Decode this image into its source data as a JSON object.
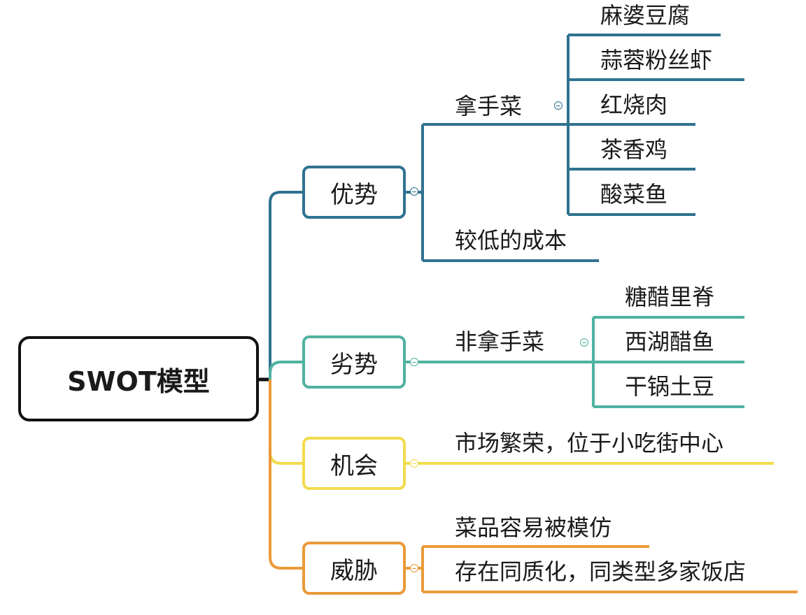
{
  "root": {
    "label": "SWOT模型"
  },
  "colors": {
    "root": "#111111",
    "strengths": "#2f7290",
    "weaknesses": "#4fb2a0",
    "opportunities": "#f2dc4e",
    "threats": "#ea9a3a"
  },
  "topics": {
    "strengths": {
      "label": "优势",
      "branches": [
        {
          "label": "拿手菜",
          "items": [
            "麻婆豆腐",
            "蒜蓉粉丝虾",
            "红烧肉",
            "茶香鸡",
            "酸菜鱼"
          ]
        },
        {
          "label": "较低的成本"
        }
      ]
    },
    "weaknesses": {
      "label": "劣势",
      "branches": [
        {
          "label": "非拿手菜",
          "items": [
            "糖醋里脊",
            "西湖醋鱼",
            "干锅土豆"
          ]
        }
      ]
    },
    "opportunities": {
      "label": "机会",
      "branches": [
        {
          "label": "市场繁荣，位于小吃街中心"
        }
      ]
    },
    "threats": {
      "label": "威胁",
      "branches": [
        {
          "label": "菜品容易被模仿"
        },
        {
          "label": "存在同质化，同类型多家饭店"
        }
      ]
    }
  }
}
